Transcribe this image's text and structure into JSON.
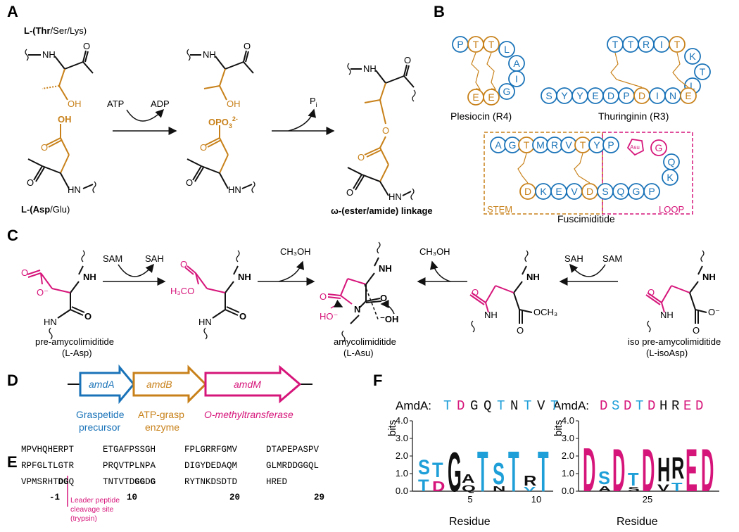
{
  "panels": {
    "a": "A",
    "b": "B",
    "c": "C",
    "d": "D",
    "e": "E",
    "f": "F"
  },
  "colors": {
    "orange": "#C8811A",
    "blue": "#1A73B8",
    "magenta": "#D6157A",
    "cyan": "#1E9FD8",
    "black": "#111111"
  },
  "panel_a": {
    "top_residue": {
      "prefix": "L-(",
      "bold": "Thr",
      "rest": "/Ser/Lys)"
    },
    "bottom_residue": {
      "prefix": "L-(",
      "bold": "Asp",
      "rest": "/Glu)"
    },
    "atp": "ATP",
    "adp": "ADP",
    "pi_main": "P",
    "pi_sub": "i",
    "nh": "NH",
    "hn": "HN",
    "o": "O",
    "oh": "OH",
    "opo3_main": "OPO",
    "opo3_sub": "3",
    "opo3_sup": "2-",
    "linkage": {
      "bold1": "ω-(",
      "bold2": "ester",
      "rest": "/amide) linkage"
    }
  },
  "panel_b": {
    "plesiocin": {
      "label": "Plesiocin (R4)",
      "top": [
        "P",
        "T",
        "T"
      ],
      "right": [
        "L",
        "A",
        "I",
        "G"
      ],
      "bottom": [
        "E",
        "E"
      ]
    },
    "thuringinin": {
      "label": "Thuringinin (R3)",
      "top": [
        "T",
        "T",
        "R",
        "I",
        "T"
      ],
      "right": [
        "K",
        "T",
        "L"
      ],
      "bottom": [
        "S",
        "Y",
        "Y",
        "E",
        "D",
        "P",
        "D",
        "I",
        "N",
        "E"
      ]
    },
    "fuscimiditide": {
      "label": "Fuscimiditide",
      "stem": "STEM",
      "loop": "LOOP",
      "asu": "Asu",
      "top": [
        "A",
        "G",
        "T",
        "M",
        "R",
        "V",
        "T",
        "Y",
        "P"
      ],
      "bottom": [
        "D",
        "K",
        "E",
        "V",
        "D",
        "S",
        "Q",
        "G",
        "P"
      ],
      "right": [
        "G",
        "Q",
        "K"
      ]
    }
  },
  "panel_c": {
    "sam": "SAM",
    "sah": "SAH",
    "ch3oh": "CH₃OH",
    "h3co": "H₃CO",
    "och3": "OCH₃",
    "ho": "HO⁻",
    "oh": "⁻OH",
    "o_minus": "O⁻",
    "pre": {
      "line1": "pre-amycolimiditide",
      "line2": "(L-Asp)"
    },
    "amy": {
      "line1": "amycolimiditide",
      "line2": "(L-Asu)"
    },
    "iso": {
      "line1": "iso pre-amycolimiditide",
      "line2": "(L-isoAsp)"
    }
  },
  "panel_d": {
    "genes": [
      "amdA",
      "amdB",
      "amdM"
    ],
    "captions": [
      [
        "Graspetide",
        "precursor"
      ],
      [
        "ATP-grasp",
        "enzyme"
      ],
      [
        "O-methyltransferase"
      ]
    ]
  },
  "panel_e": {
    "rows": [
      [
        "MPVHQHERPT",
        "ETGAFPSSGH",
        "FPLGRRFGMV",
        "DTAPEPASPV"
      ],
      [
        "RPFGLTLGTR",
        "PRQVTPLNPA",
        "DIGYDEDAQM",
        "GLMRDDGGQL"
      ],
      [
        "VPMSRHTDGQ",
        "TNTVTDGGDG",
        "RYTNKDSDTD",
        "HRED"
      ]
    ],
    "numbers": [
      "-1",
      "10",
      "20",
      "29"
    ],
    "cleavage": [
      "Leader peptide",
      "cleavage site",
      "(trypsin)"
    ]
  },
  "panel_f": {
    "seq1_label": "AmdA:",
    "seq1": [
      "T",
      "D",
      "G",
      "Q",
      "T",
      "N",
      "T",
      "V",
      "T"
    ],
    "seq2_label": "AmdA:",
    "seq2": [
      "D",
      "S",
      "D",
      "T",
      "D",
      "H",
      "R",
      "E",
      "D"
    ],
    "ylabel": "bits",
    "xlabel": "Residue",
    "yticks": [
      "0.0",
      "1.0",
      "2.0",
      "3.0",
      "4.0"
    ],
    "xticks1": [
      "5",
      "10"
    ],
    "xticks2": [
      "25"
    ]
  }
}
